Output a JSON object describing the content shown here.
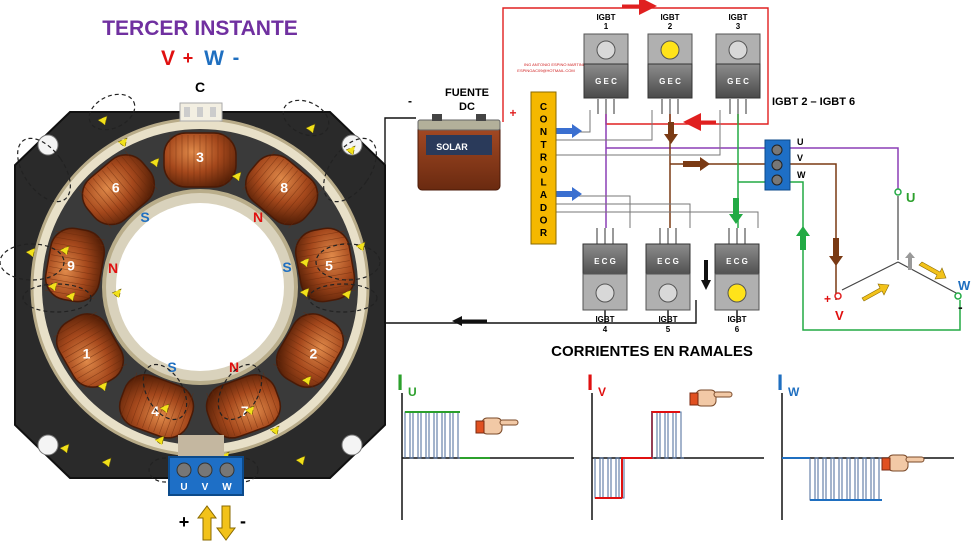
{
  "title": "TERCER INSTANTE",
  "phase_state": {
    "v": "V",
    "v_sign": "+",
    "w": "W",
    "w_sign": "-"
  },
  "colors": {
    "title": "#7030a0",
    "v": "#e01010",
    "w": "#1f6fc0",
    "u": "#2ca02c",
    "copper": "#b3562a",
    "controller": "#f5b800",
    "battery": "#8b3a1a",
    "positive_rail": "#e02020",
    "brown_wire": "#7a3a14",
    "green_wire": "#22aa44",
    "blue_arrow": "#3a6fd0"
  },
  "stator": {
    "top_terminal": "C",
    "coils": [
      "1",
      "2",
      "3",
      "4",
      "5",
      "6",
      "7",
      "8",
      "9"
    ],
    "poles": {
      "s1": "S",
      "s2": "S",
      "s3": "S",
      "n1": "N",
      "n2": "N",
      "n3": "N"
    },
    "connector_labels": [
      "U",
      "V",
      "W"
    ],
    "supply_plus": "+",
    "supply_minus": "-"
  },
  "power_supply": {
    "title_line1": "FUENTE",
    "title_line2": "DC",
    "minus": "-",
    "plus": "+",
    "battery_brand": "SOLAR"
  },
  "controller_label": "CONTROLADOR",
  "author_line1": "ING ANTONIO ESPINO MARTINEZ",
  "author_line2": "ESPINOAC09@HOTMAIL.COM",
  "igbts_top": [
    {
      "line1": "IGBT",
      "line2": "1",
      "pins": "G E C",
      "active": false
    },
    {
      "line1": "IGBT",
      "line2": "2",
      "pins": "G E C",
      "active": true
    },
    {
      "line1": "IGBT",
      "line2": "3",
      "pins": "G E C",
      "active": false
    }
  ],
  "igbts_bottom": [
    {
      "line1": "IGBT",
      "line2": "4",
      "pins": "E C G",
      "active": false
    },
    {
      "line1": "IGBT",
      "line2": "5",
      "pins": "E C G",
      "active": false
    },
    {
      "line1": "IGBT",
      "line2": "6",
      "pins": "E C G",
      "active": true
    }
  ],
  "active_pair": "IGBT 2 – IGBT 6",
  "terminal_block": {
    "u": "U",
    "v": "V",
    "w": "W"
  },
  "star_motor": {
    "u": "U",
    "v": "V",
    "w": "W",
    "v_sign": "+",
    "w_sign": "-"
  },
  "currents_title": "CORRIENTES EN RAMALES",
  "current_plots": [
    {
      "letter": "I",
      "sub": "U",
      "state": "off (after positive interval)"
    },
    {
      "letter": "I",
      "sub": "V",
      "state": "positive"
    },
    {
      "letter": "I",
      "sub": "W",
      "state": "negative"
    }
  ]
}
